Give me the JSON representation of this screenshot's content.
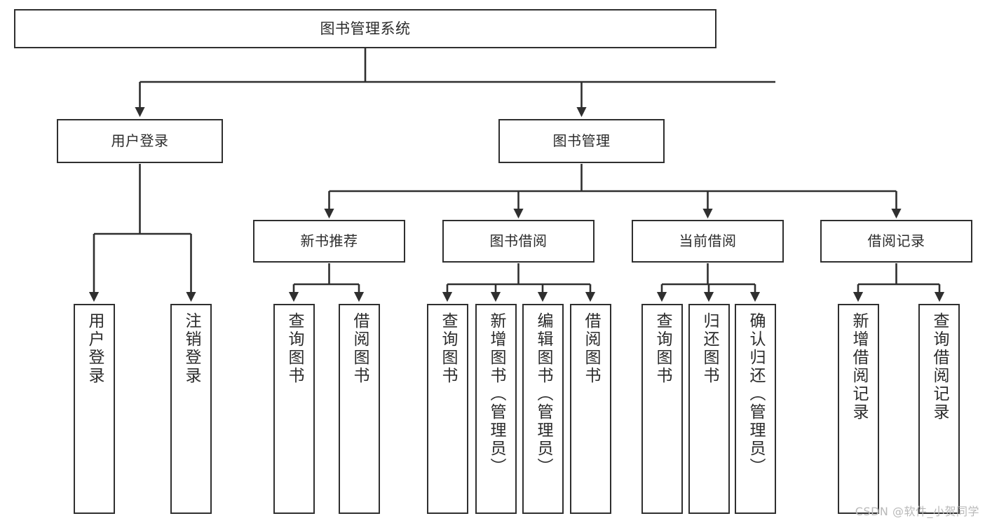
{
  "diagram": {
    "type": "tree",
    "title": "图书管理系统",
    "root": {
      "label": "图书管理系统"
    },
    "level2": [
      {
        "label": "用户登录"
      },
      {
        "label": "图书管理"
      }
    ],
    "level3": [
      {
        "label": "新书推荐"
      },
      {
        "label": "图书借阅"
      },
      {
        "label": "当前借阅"
      },
      {
        "label": "借阅记录"
      }
    ],
    "leaves": {
      "user_login": [
        {
          "label": "用户登录"
        },
        {
          "label": "注销登录"
        }
      ],
      "new_book_recommend": [
        {
          "label": "查询图书"
        },
        {
          "label": "借阅图书"
        }
      ],
      "book_borrow": [
        {
          "label": "查询图书"
        },
        {
          "label": "新增图书（管理员）"
        },
        {
          "label": "编辑图书（管理员）"
        },
        {
          "label": "借阅图书"
        }
      ],
      "current_borrow": [
        {
          "label": "查询图书"
        },
        {
          "label": "归还图书"
        },
        {
          "label": "确认归还（管理员）"
        }
      ],
      "borrow_record": [
        {
          "label": "新增借阅记录"
        },
        {
          "label": "查询借阅记录"
        }
      ]
    }
  },
  "watermark": {
    "text": "CSDN @软件_小贺同学"
  },
  "colors": {
    "background": "#ffffff",
    "border": "#2f2f2f",
    "text": "#2b2b2b",
    "connector": "#2f2f2f",
    "watermark": "#b9b9b9"
  }
}
